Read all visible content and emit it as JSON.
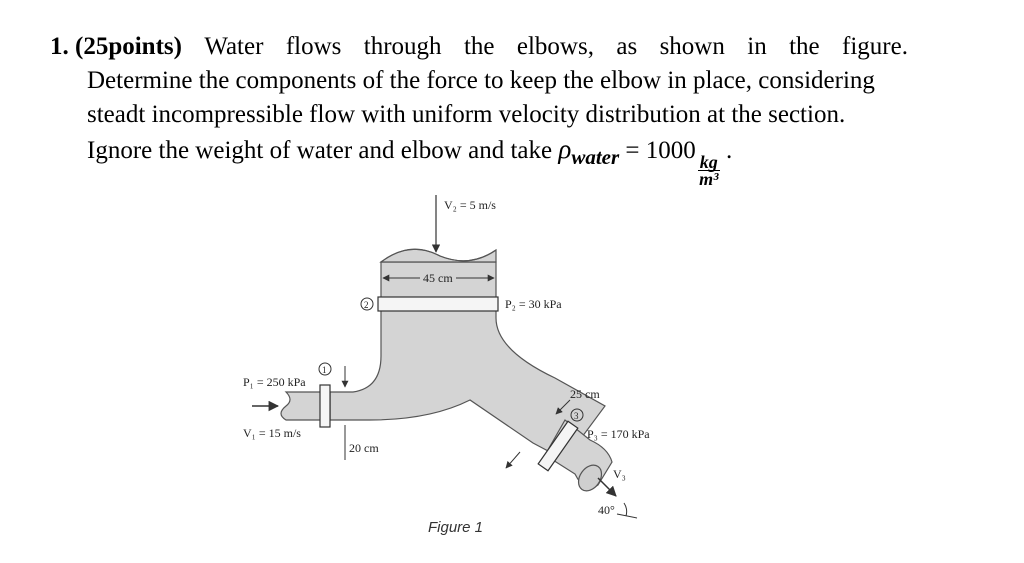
{
  "problem": {
    "number": "1.",
    "points": "(25points)",
    "line1_words": [
      "Water",
      "flows",
      "through",
      "the",
      "elbows,",
      "as",
      "shown",
      "in",
      "the",
      "figure."
    ],
    "line2": "Determine the components of the force to keep the elbow in place, considering",
    "line3": "steadt incompressible flow with uniform velocity distribution at the section.",
    "line4_text": "Ignore the weight of water and elbow and take",
    "rho_symbol": "ρ",
    "rho_subscript": "water",
    "equals": "= 1000",
    "unit_num": "kg",
    "unit_den": "m³",
    "period": "."
  },
  "figure": {
    "v2": "V₂ = 5 m/s",
    "d2": "45 cm",
    "section2": "2",
    "p2": "P₂ = 30 kPa",
    "p1": "P₁ = 250 kPa",
    "section1": "1",
    "v1": "V₁ = 15 m/s",
    "d1": "20 cm",
    "d3": "25 cm",
    "section3": "3",
    "p3": "P₃ = 170 kPa",
    "v3": "V₃",
    "angle": "40°",
    "caption": "Figure 1"
  }
}
